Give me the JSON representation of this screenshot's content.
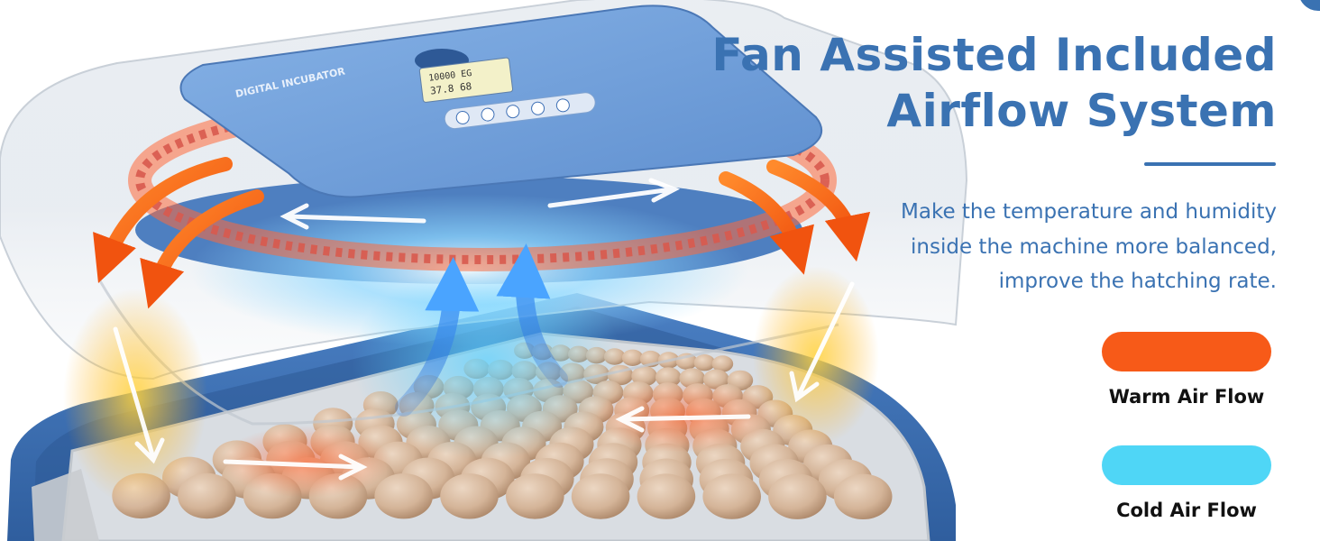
{
  "heading": {
    "line1": "Fan Assisted Included",
    "line2": "Airflow System"
  },
  "description": {
    "line1": "Make the temperature and humidity",
    "line2": "inside the machine more balanced,",
    "line3": "improve the hatching rate."
  },
  "legend": {
    "warm": {
      "label": "Warm Air Flow",
      "color": "#f75a18"
    },
    "cold": {
      "label": "Cold Air Flow",
      "color": "#4fd6f6"
    }
  },
  "device": {
    "brand_text": "DIGITAL INCUBATOR",
    "display_line1": "10000 EG",
    "display_line2": "37.8 68"
  },
  "colors": {
    "accent": "#3a72b2",
    "panel_blue": "#6f9fd8",
    "tray_blue": "#3e70b6",
    "egg": "#d3b49a"
  }
}
